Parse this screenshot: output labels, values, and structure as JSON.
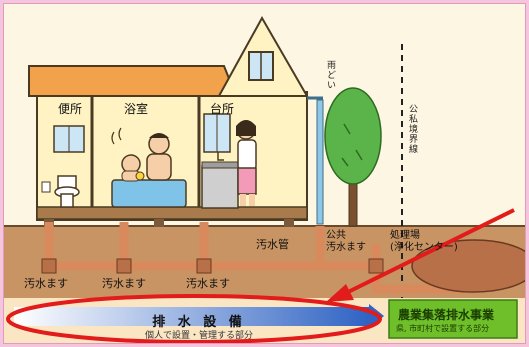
{
  "rooms": {
    "toilet": "便所",
    "bathroom": "浴室",
    "kitchen": "台所"
  },
  "labels": {
    "rain_gutter": "雨どい",
    "boundary": "公私境界線",
    "sewer_pipe": "汚水管",
    "public_sewer_basin": "公共\n汚水ます",
    "treatment_plant": "処理場\n(浄化センター)",
    "sewage_basins": [
      "汚水ます",
      "汚水ます",
      "汚水ます"
    ]
  },
  "bar": {
    "title": "排 水 設 備",
    "subtitle": "個人で設置・管理する部分"
  },
  "green_box": {
    "title": "農業集落排水事業",
    "subtitle": "県, 市町村で設置する部分"
  },
  "colors": {
    "background": "#f3c6dd",
    "wall": "#fff3c4",
    "roof": "#f1a24a",
    "ground": "#c48a55",
    "pipe": "#d7875a",
    "highlight": "#e21b1b",
    "bar_start": "#ffffff",
    "bar_end": "#2f63c4",
    "green_box": "#6fbf2a"
  }
}
